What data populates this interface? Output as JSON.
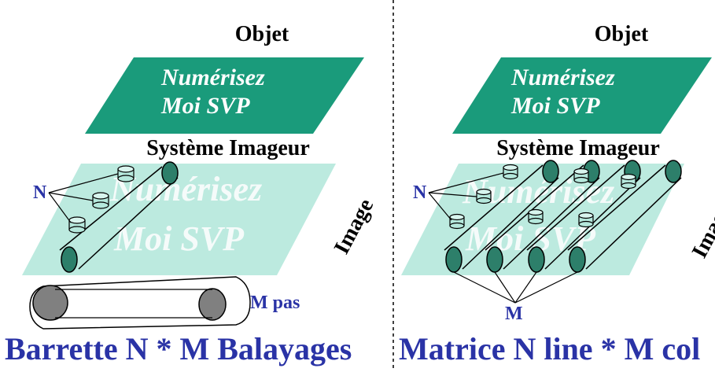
{
  "left_panel": {
    "object_label": "Objet",
    "object_text_line1": "Numérisez",
    "object_text_line2": "Moi SVP",
    "imager_label": "Système Imageur",
    "image_text_line1": "Numérisez",
    "image_text_line2": "Moi SVP",
    "image_label": "Image",
    "n_label": "N",
    "m_label": "M pas",
    "title": "Barrette N * M Balayages"
  },
  "right_panel": {
    "object_label": "Objet",
    "object_text_line1": "Numérisez",
    "object_text_line2": "Moi SVP",
    "imager_label": "Système Imageur",
    "image_text_line1": "Numérisez",
    "image_text_line2": "Moi SVP",
    "image_label": "Image",
    "n_label": "N",
    "m_label": "M",
    "title": "Matrice N line * M col"
  },
  "colors": {
    "object_fill": "#1a9b7b",
    "image_fill": "#b5e8dc",
    "detector_fill": "#2d7f6a",
    "title_color": "#2a33a6"
  }
}
